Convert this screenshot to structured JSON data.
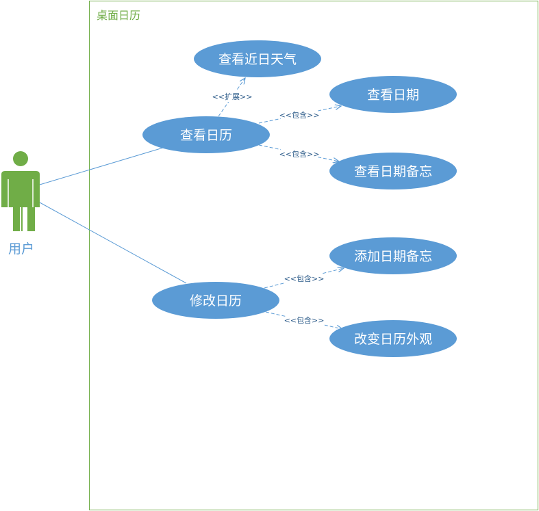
{
  "system": {
    "title": "桌面日历"
  },
  "actor": {
    "label": "用户",
    "icon": "person-icon"
  },
  "use_cases": {
    "view_calendar": "查看日历",
    "view_weather": "查看近日天气",
    "view_date": "查看日期",
    "view_memo": "查看日期备忘",
    "modify_calendar": "修改日历",
    "add_memo": "添加日期备忘",
    "change_appearance": "改变日历外观"
  },
  "relations": {
    "extend": "<<扩展>>",
    "include_1": "<<包含>>",
    "include_2": "<<包含>>",
    "include_3": "<<包含>>",
    "include_4": "<<包含>>"
  },
  "colors": {
    "boundary": "#70ad47",
    "actor": "#70ad47",
    "use_case_fill": "#5b9bd5",
    "use_case_text": "#ffffff",
    "line": "#5b9bd5",
    "label": "#2e5c8a",
    "actor_label": "#5b9bd5"
  }
}
